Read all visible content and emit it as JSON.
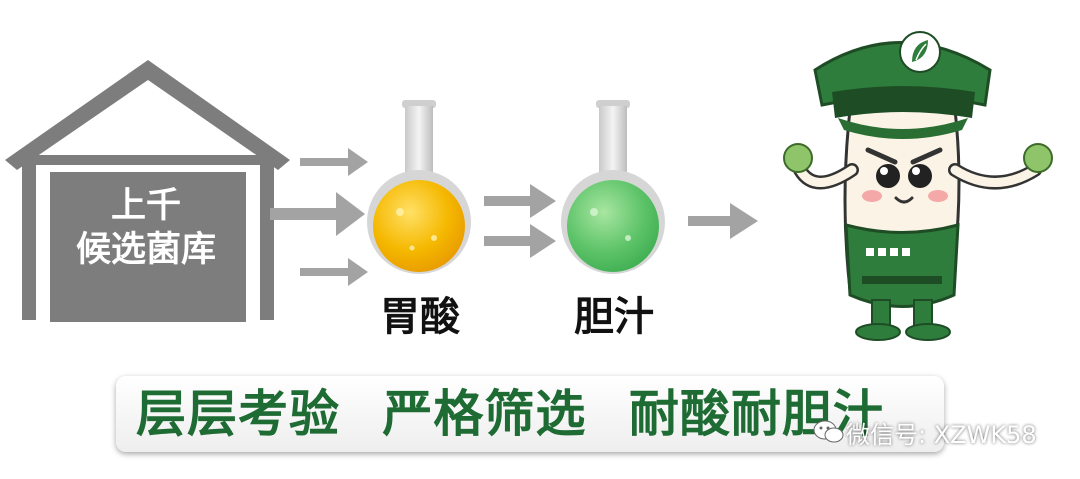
{
  "house": {
    "line1": "上千",
    "line2": "候选菌库"
  },
  "flasks": [
    {
      "label": "胃酸",
      "liquid_color": "#f5b800"
    },
    {
      "label": "胆汁",
      "liquid_color": "#5fc46a"
    }
  ],
  "slogan": [
    "层层考验",
    "严格筛选",
    "耐酸耐胆汁"
  ],
  "watermark": {
    "text": "微信号: XZWK58",
    "icon": "wechat-icon"
  },
  "mascot": {
    "icon": "leaf-emblem-icon"
  },
  "colors": {
    "house": "#7d7d7d",
    "arrow": "#a3a3a3",
    "banner_text": "#1e6b34",
    "mascot_uniform": "#2f7d3c"
  }
}
